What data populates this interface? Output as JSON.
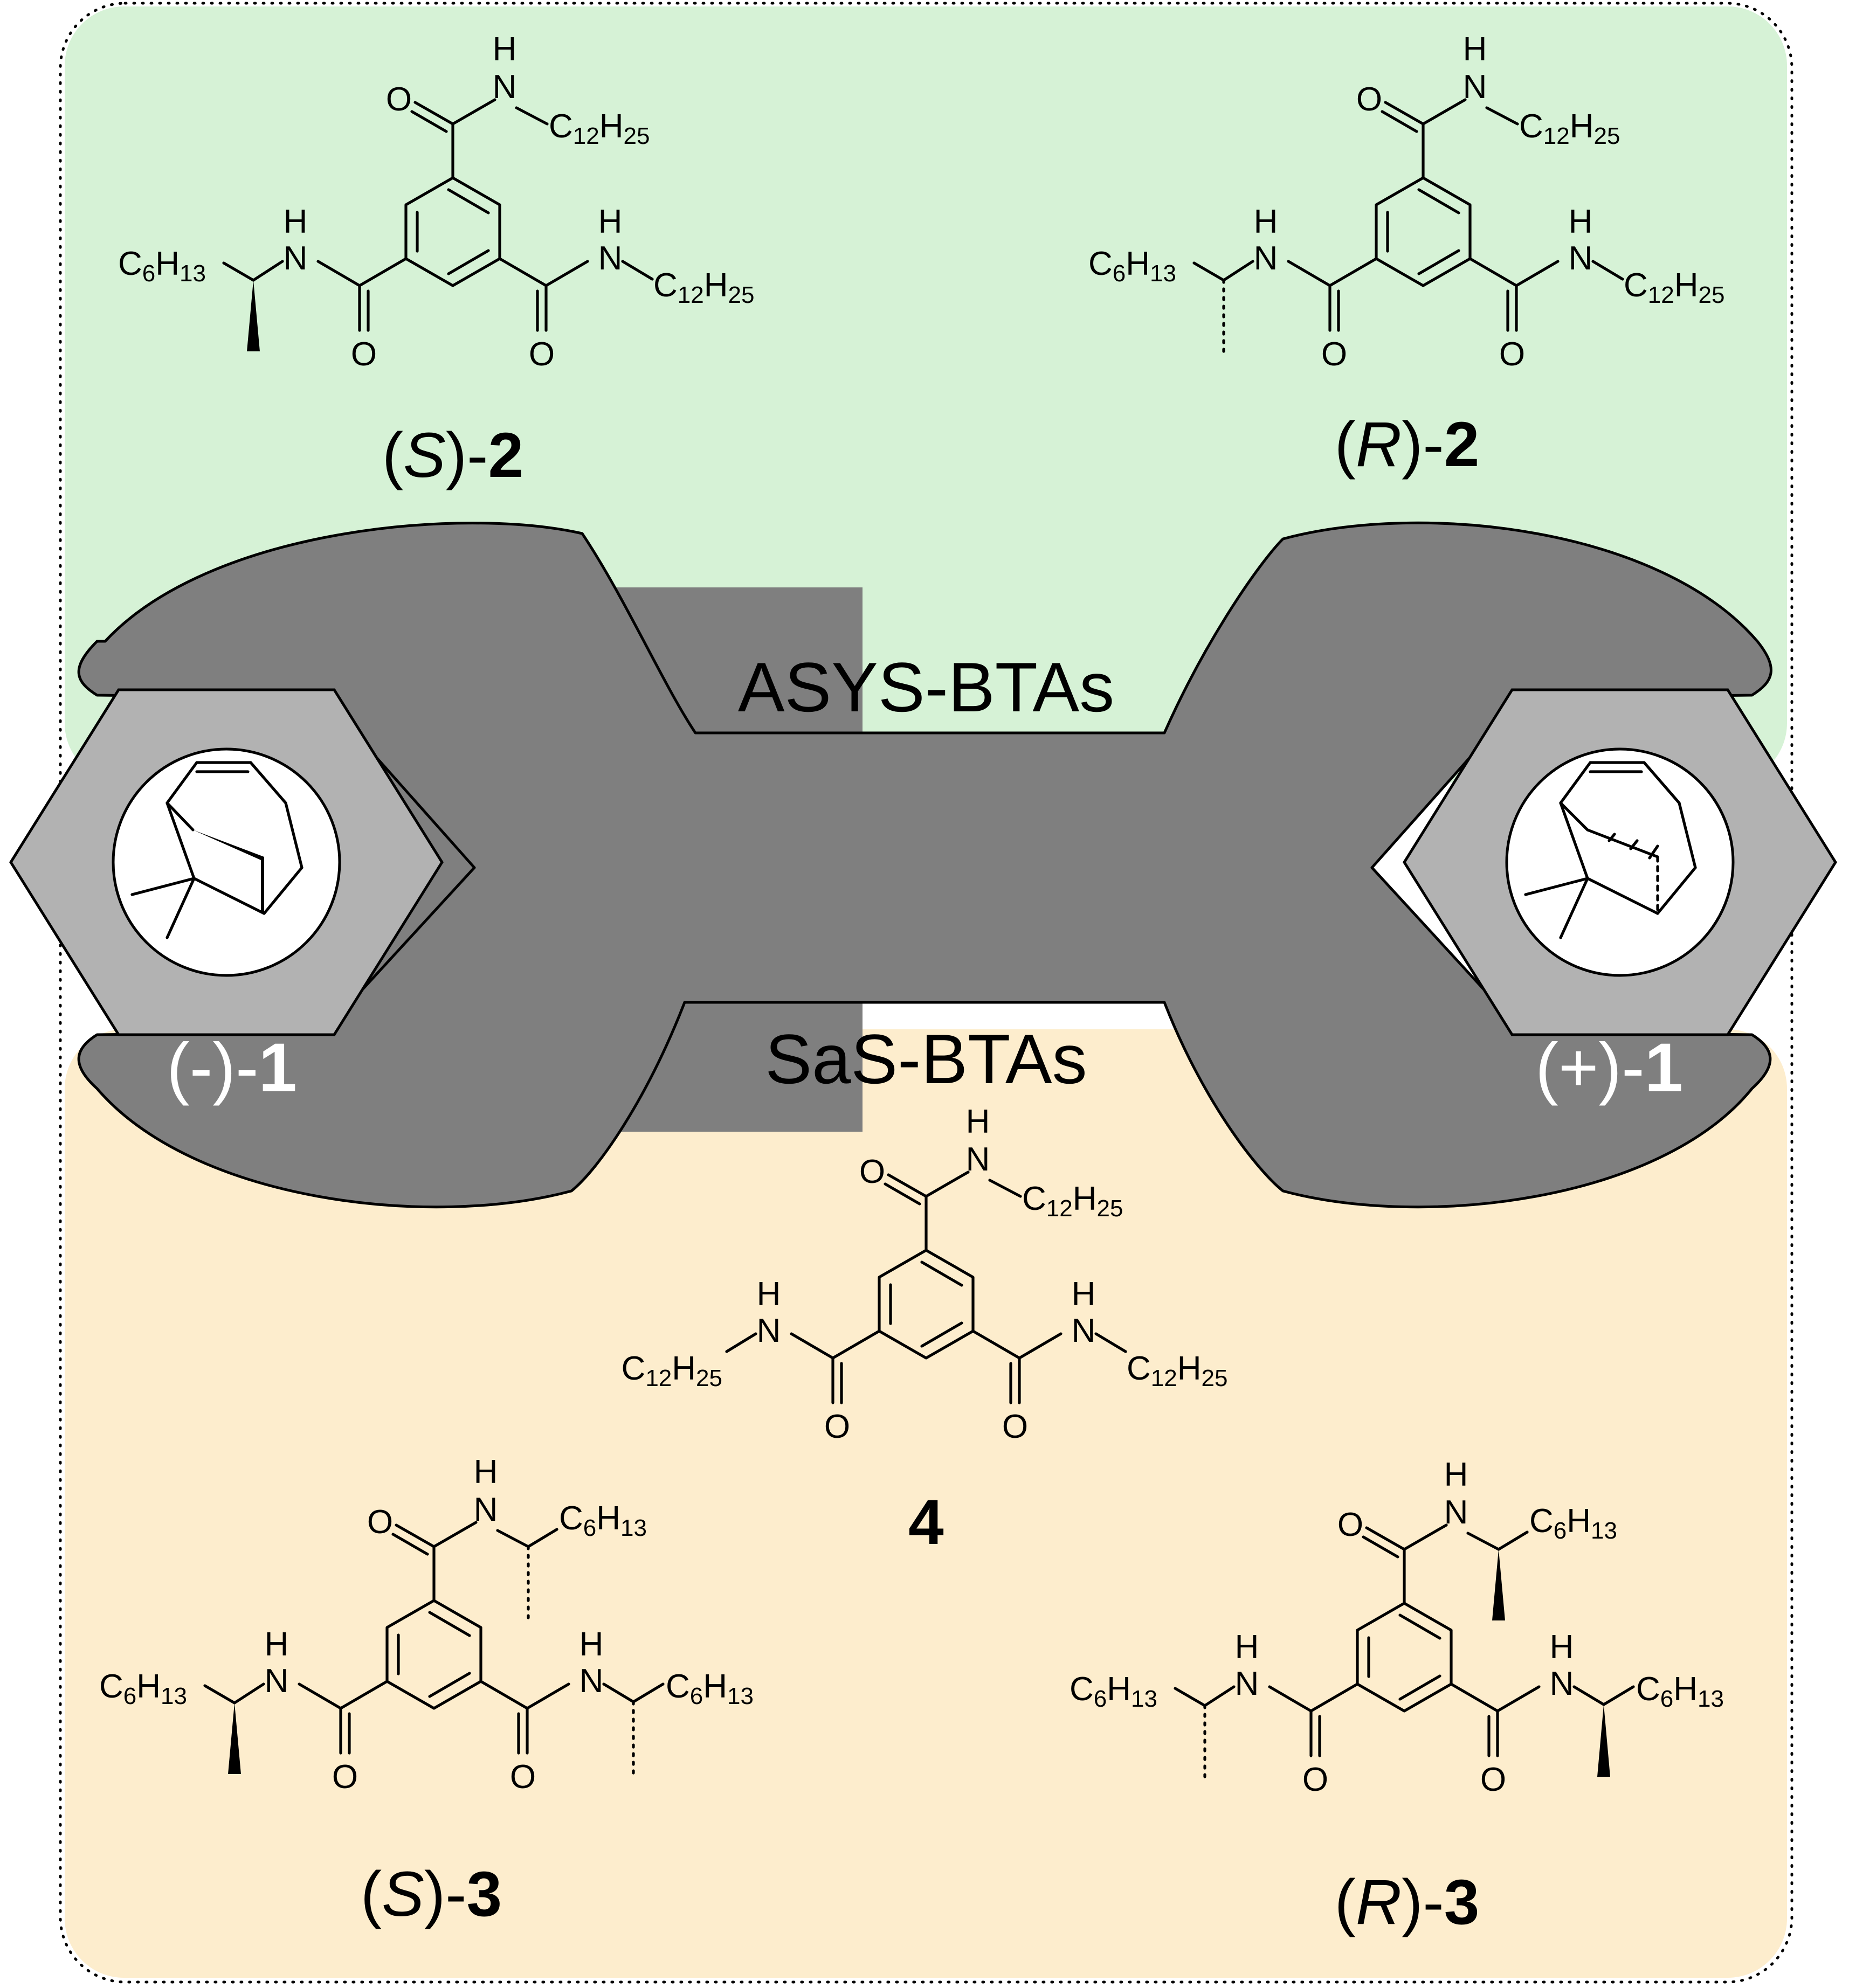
{
  "panels": {
    "asys_label": "ASYS-BTAs",
    "sas_label": "SaS-BTAs"
  },
  "colors": {
    "asys_panel": "#d6f2d6",
    "sas_panel": "#fdedcd",
    "wrench": "#7f7f7f",
    "nut": "#b2b2b2"
  },
  "atoms": {
    "oxygen": "O",
    "nitrogen": "N",
    "hydrogen": "H",
    "carbon": "C",
    "dodecyl_sub_c": "12",
    "dodecyl_sub_h": "25",
    "hexyl_sub_c": "6",
    "hexyl_sub_h": "13"
  },
  "nuts": {
    "left": {
      "prefix": "(-)-",
      "number": "1"
    },
    "right": {
      "prefix": "(+)-",
      "number": "1"
    }
  },
  "molecules": {
    "S2": {
      "open": "(",
      "config": "S",
      "close": ")-",
      "number": "2"
    },
    "R2": {
      "open": "(",
      "config": "R",
      "close": ")-",
      "number": "2"
    },
    "m4": {
      "number": "4"
    },
    "S3": {
      "open": "(",
      "config": "S",
      "close": ")-",
      "number": "3"
    },
    "R3": {
      "open": "(",
      "config": "R",
      "close": ")-",
      "number": "3"
    }
  }
}
